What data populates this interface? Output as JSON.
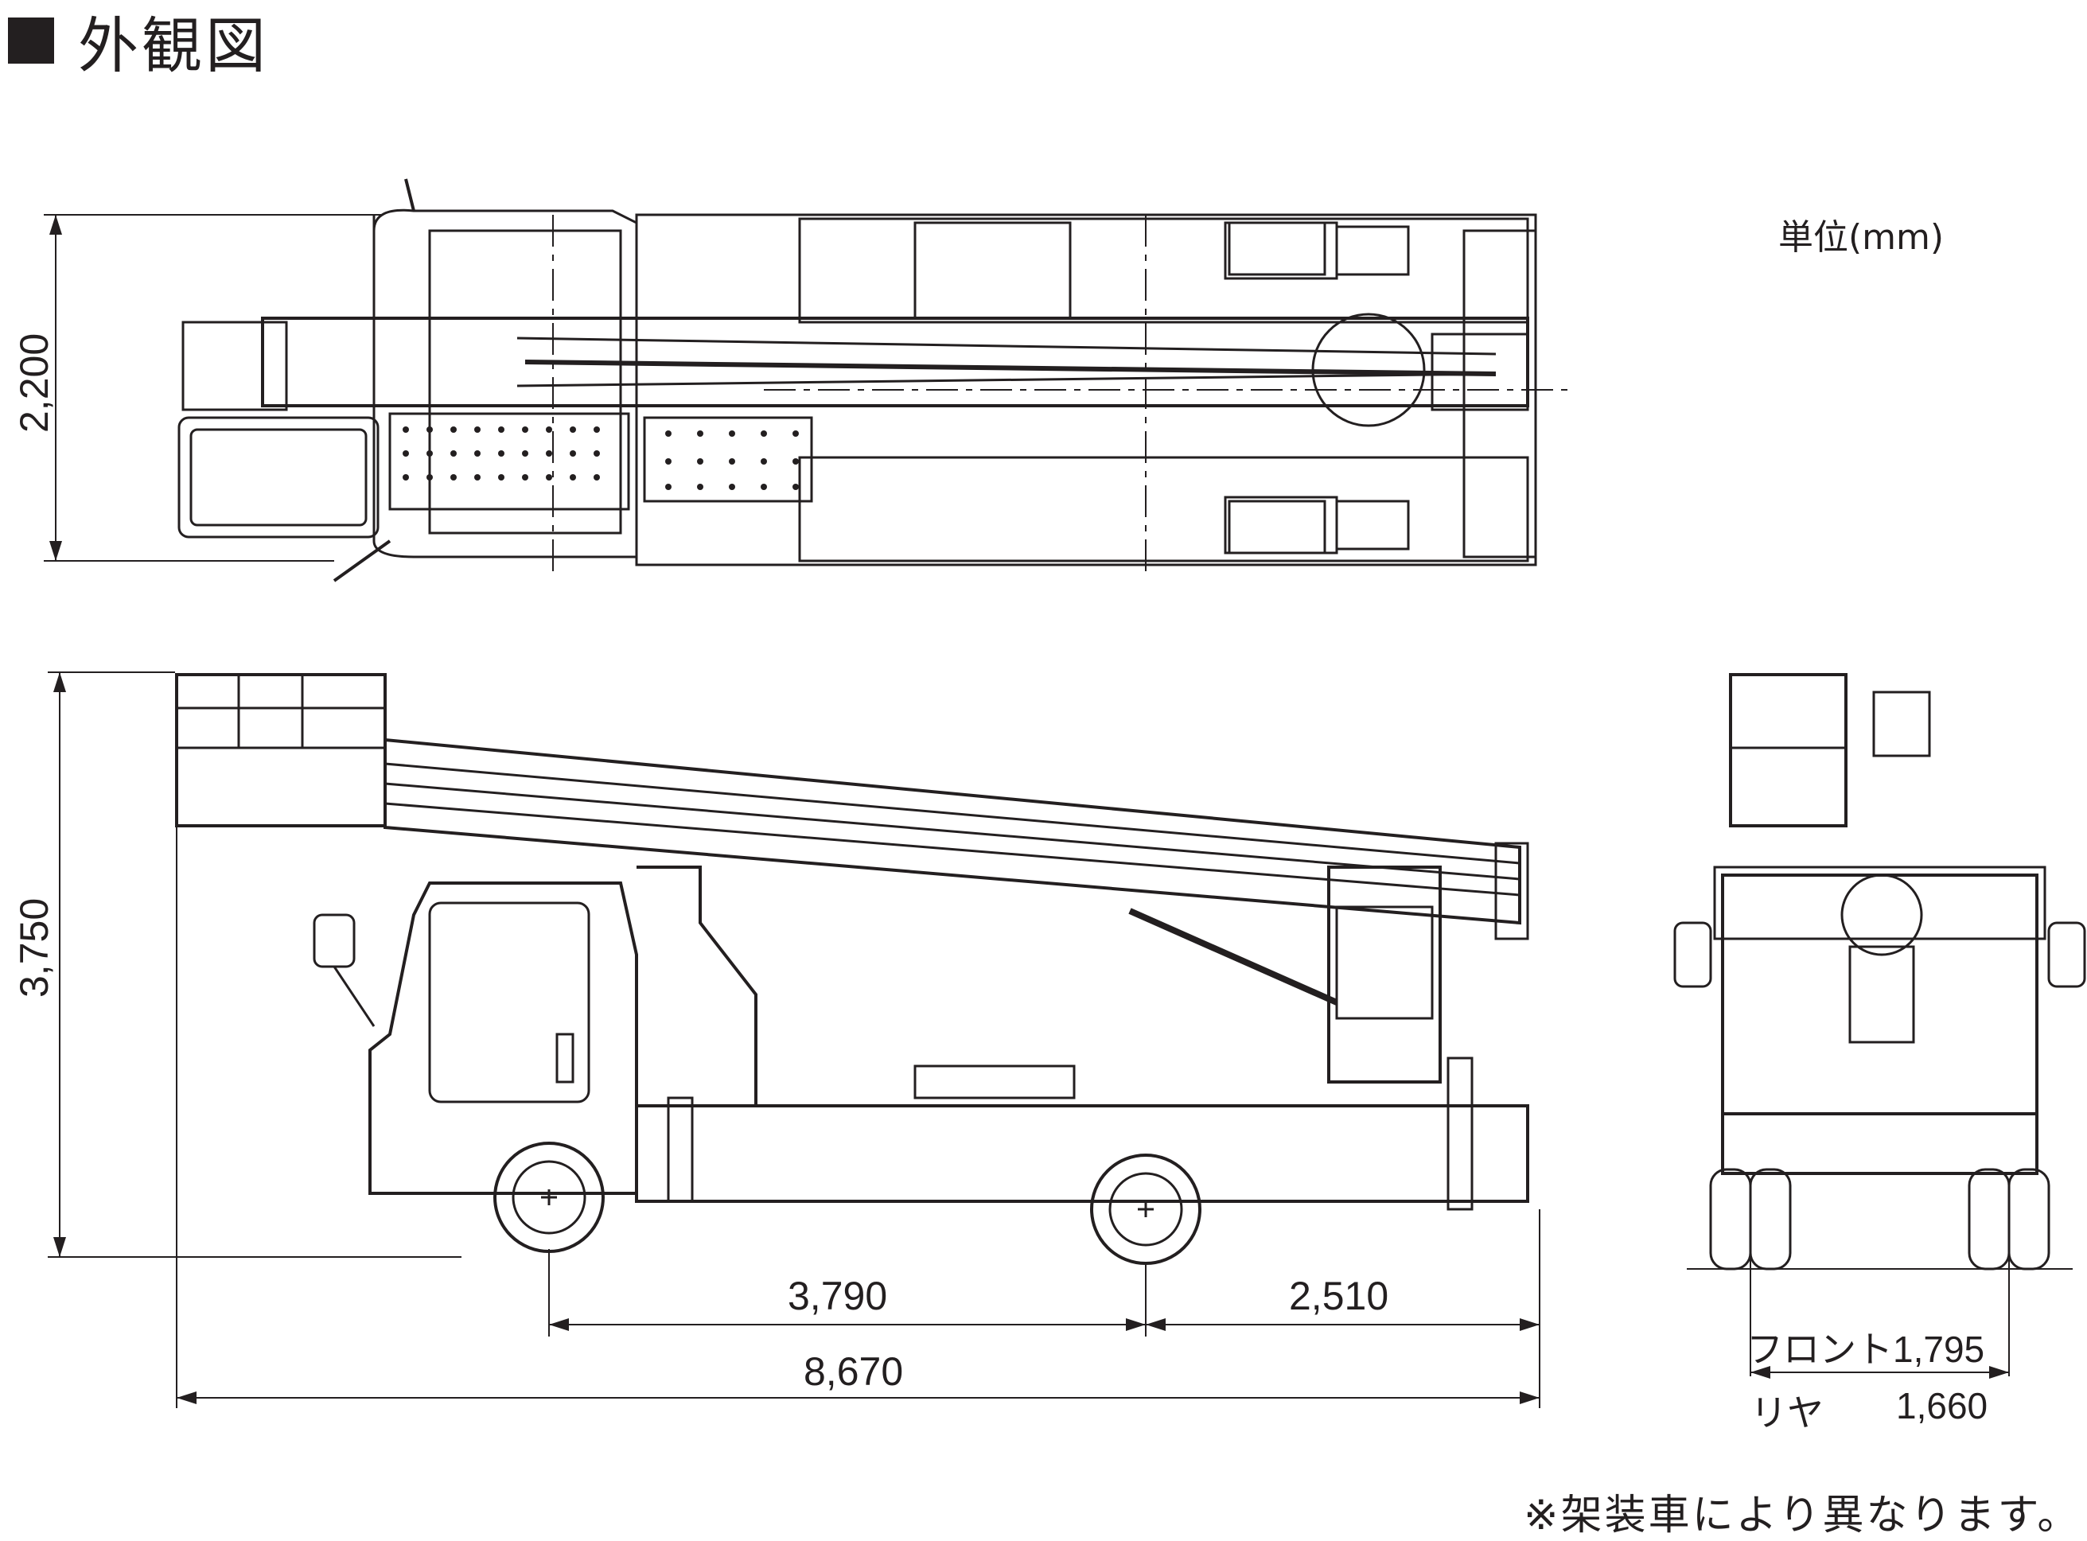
{
  "title": "外観図",
  "unit_label": "単位(mm)",
  "dimensions": {
    "width_top_view": "2,200",
    "overall_height": "3,750",
    "wheelbase": "3,790",
    "rear_overhang": "2,510",
    "overall_length": "8,670",
    "front_track_label": "フロント",
    "front_track": "1,795",
    "rear_track_label": "リヤ",
    "rear_track": "1,660"
  },
  "footnote": "※架装車により異なります。"
}
